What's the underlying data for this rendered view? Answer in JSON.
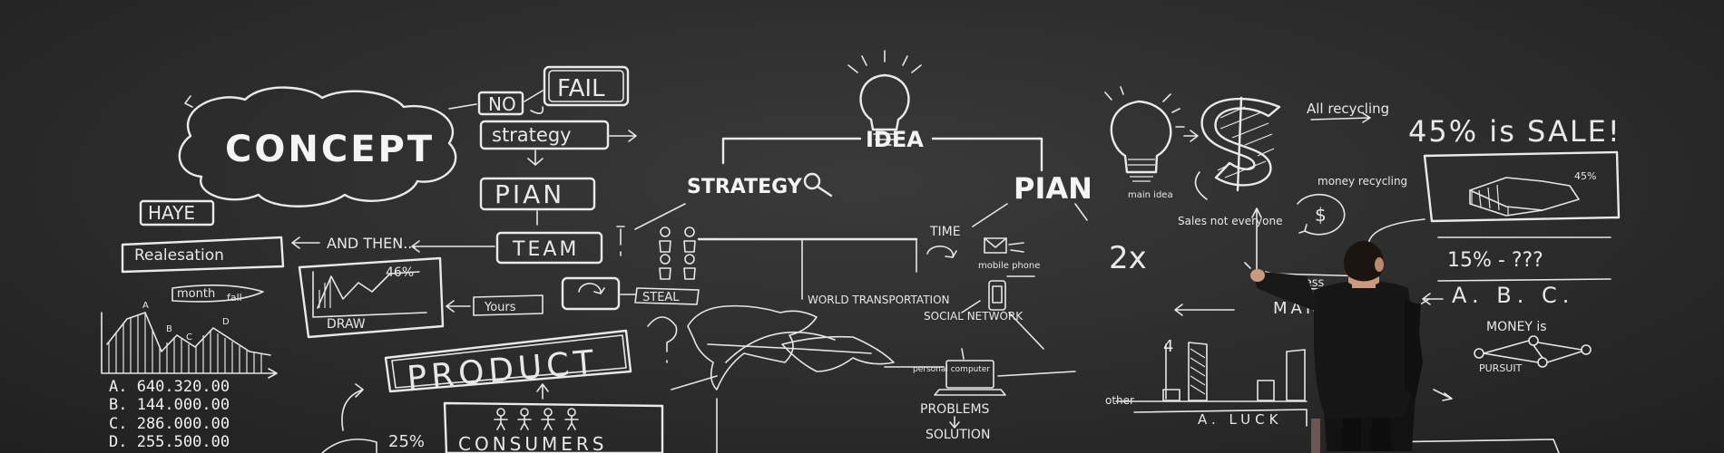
{
  "labels": {
    "concept": "CONCEPT",
    "no": "NO",
    "fail": "FAIL",
    "strategy_box": "strategy",
    "plan_left": "PIAN",
    "team": "TEAM",
    "have": "HAYE",
    "realisation": "Realesation",
    "and_then": "AND THEN...",
    "month": "month",
    "fall": "fall",
    "draw": "DRAW",
    "pct_46": "46%",
    "yours": "Yours",
    "steal": "STEAL",
    "product": "PRODUCT",
    "consumers": "CONSUMERS",
    "pct_25": "25%",
    "idea": "IDEA",
    "strategy_mid": "STRATEGY",
    "plan_mid": "PIAN",
    "time": "TIME",
    "mobile_phone": "mobile phone",
    "world_transportation": "WORLD TRANSPORTATION",
    "social_network": "SOCIAL NETWORK",
    "personal_computer": "personal computer",
    "problems": "PROBLEMS",
    "solution": "SOLUTION",
    "two_x": "2x",
    "main_idea": "main idea",
    "sales_not_everyone": "Sales not everyone",
    "all_recycling": "All recycling",
    "sale_headline": "45% is SALE!",
    "money_recycling": "money recycling",
    "pie_pct": "45%",
    "pct_line": "15% - ???",
    "abc": "A. B. C.",
    "business": "Business",
    "market": "MARK",
    "money_is": "MONEY is",
    "pursuit": "PURSUIT",
    "other": "other",
    "a_luck": "A. LUCK",
    "four": "4",
    "a_label": "A",
    "b_label": "B",
    "c_label": "C",
    "d_label": "D"
  },
  "figures": [
    "A. 640.320.00",
    "B. 144.000.00",
    "C. 286.000.00",
    "D. 255.500.00"
  ],
  "colors": {
    "board": "#2c2c2c",
    "chalk": "#eaeaea",
    "suit": "#141414",
    "skin": "#c99a80"
  },
  "icons": [
    "lightbulb-icon",
    "magnifier-icon",
    "people-icon",
    "envelope-icon",
    "cycle-icon",
    "phone-icon",
    "laptop-icon",
    "dollar-icon",
    "world-map"
  ]
}
